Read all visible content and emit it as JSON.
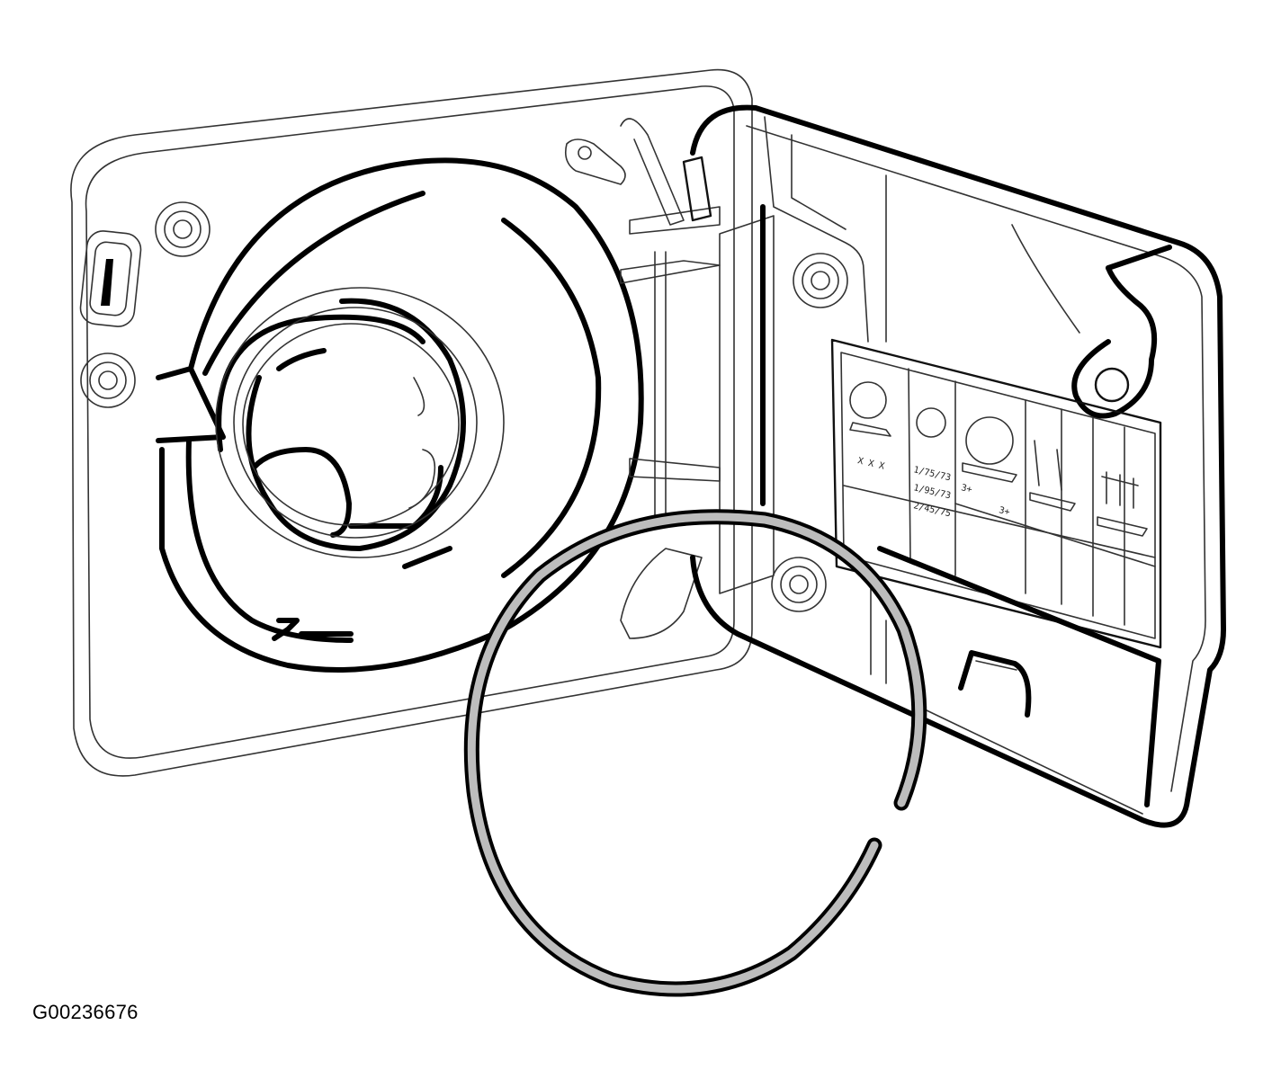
{
  "figure": {
    "id_label": "G00236676"
  },
  "colors": {
    "line": "#000000",
    "ring_fill": "#bdbdbd",
    "background": "#ffffff"
  },
  "door_label": {
    "row1": "X X X",
    "row2a": "1/75/73",
    "row2b": "1/95/73",
    "row2c": "2/45/75",
    "row3a": "3+",
    "row3b": "3+"
  }
}
